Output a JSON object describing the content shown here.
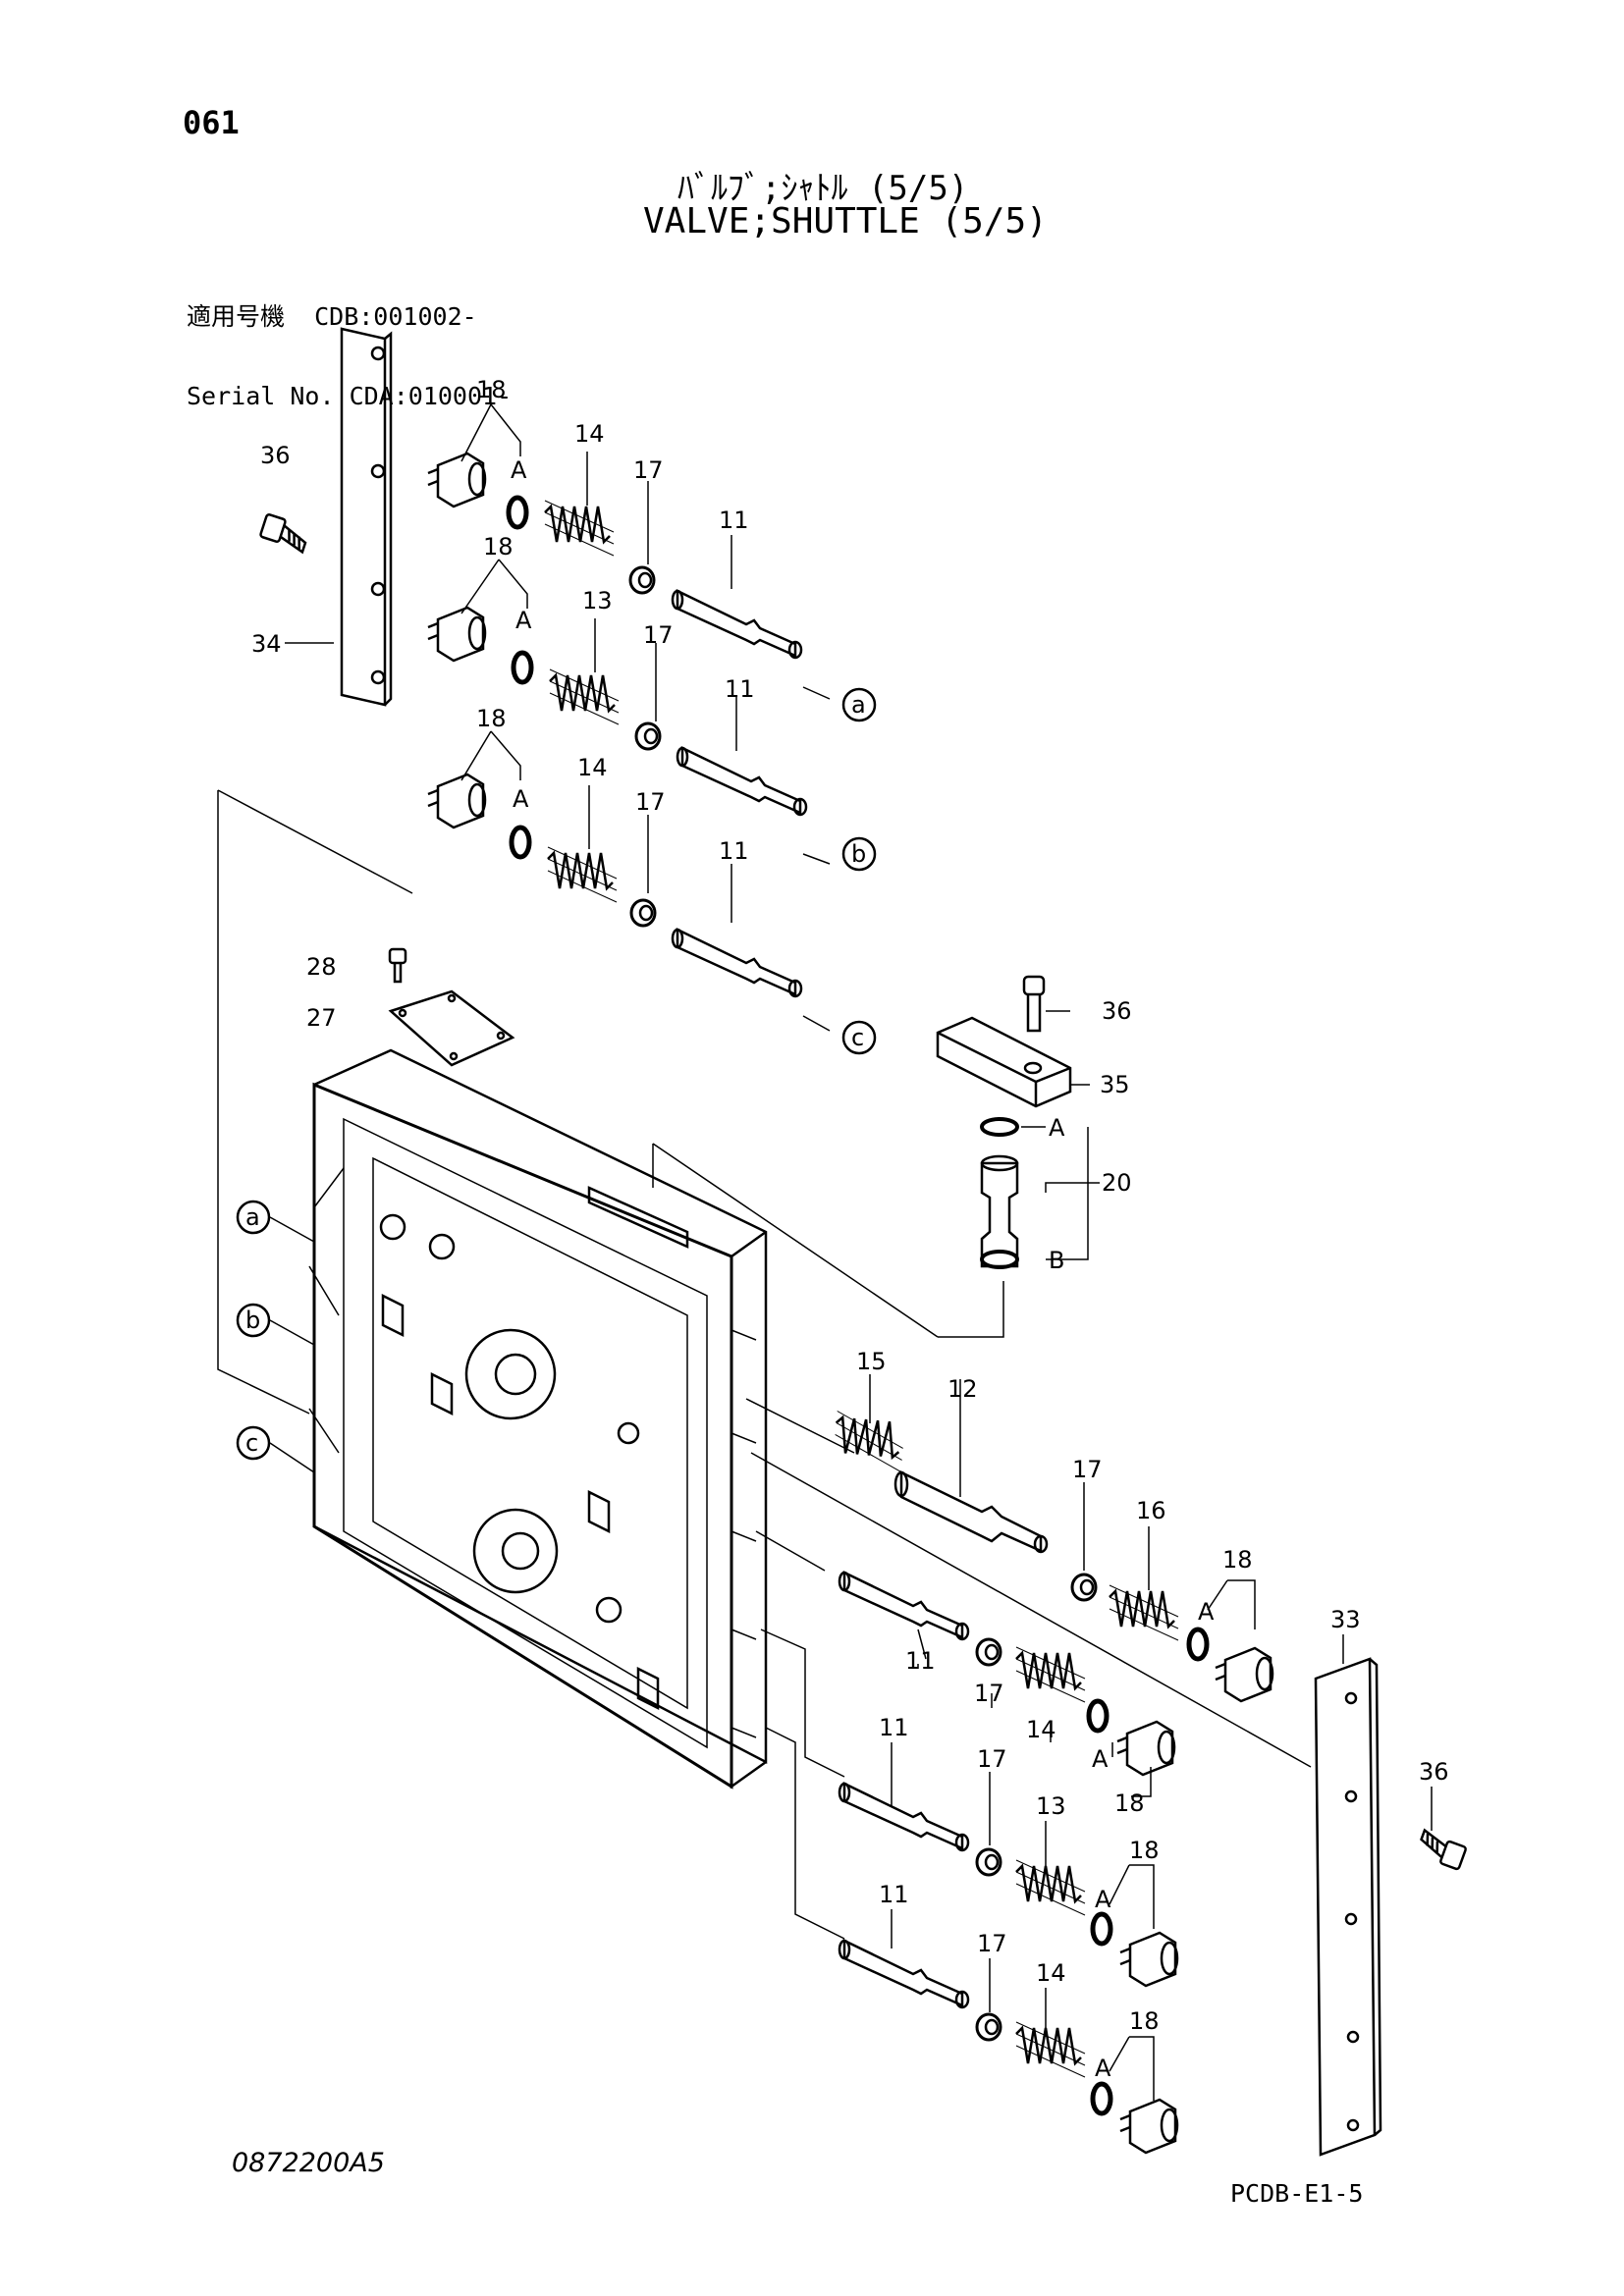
{
  "page_number": "061",
  "title_jp": "ﾊﾞﾙﾌﾞ;ｼｬﾄﾙ (5/5)",
  "title_en": "VALVE;SHUTTLE (5/5)",
  "serial": {
    "line1": "適用号機  CDB:001002-",
    "line2": "Serial No. CDA:010001-"
  },
  "drawing_number": "0872200A5",
  "page_code": "PCDB-E1-5",
  "callouts": {
    "p11": "11",
    "p12": "12",
    "p13": "13",
    "p14": "14",
    "p15": "15",
    "p16": "16",
    "p17": "17",
    "p18": "18",
    "p20": "20",
    "p27": "27",
    "p28": "28",
    "p33": "33",
    "p34": "34",
    "p35": "35",
    "p36": "36",
    "a": "a",
    "b": "b",
    "c": "c",
    "A": "A",
    "B": "B"
  }
}
